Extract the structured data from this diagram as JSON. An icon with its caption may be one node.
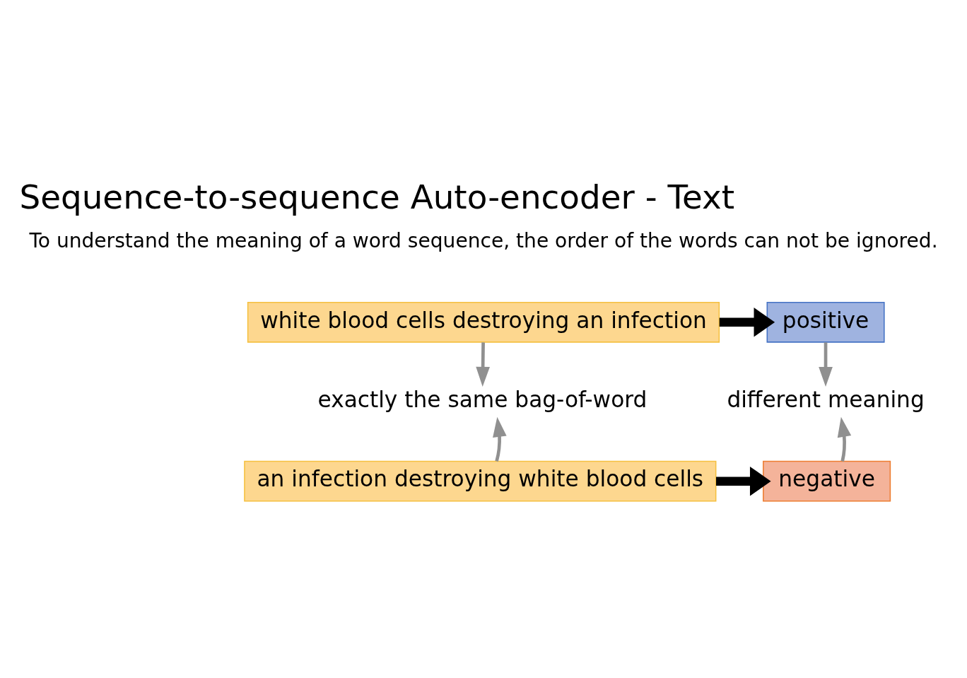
{
  "diagram": {
    "title": "Sequence-to-sequence Auto-encoder - Text",
    "nodes": [
      {
        "text": [
          "white blood cells destroying an infection"
        ]
      },
      {
        "text": [
          "positive"
        ]
      },
      {
        "text": [
          "exactly the same bag-of-word"
        ]
      },
      {
        "text": [
          "different meaning"
        ]
      },
      {
        "text": [
          "an infection destroying white blood cells"
        ]
      },
      {
        "text": [
          "negative"
        ]
      }
    ],
    "edges": [
      {
        "from": 0,
        "to": 1,
        "arrow": "to",
        "style": "thick",
        "color": "#000000"
      },
      {
        "from": 0,
        "to": 2,
        "arrow": "to"
      },
      {
        "from": 4,
        "to": 2,
        "arrow": "to"
      },
      {
        "from": 1,
        "to": 3,
        "arrow": "to"
      },
      {
        "from": 5,
        "to": 3,
        "arrow": "to"
      },
      {
        "from": 4,
        "to": 5,
        "arrow": "to",
        "style": "thick",
        "color": "#000000"
      }
    ],
    "labels": [
      "To understand the meaning of a word sequence, the order of the words can not be ignored."
    ]
  }
}
